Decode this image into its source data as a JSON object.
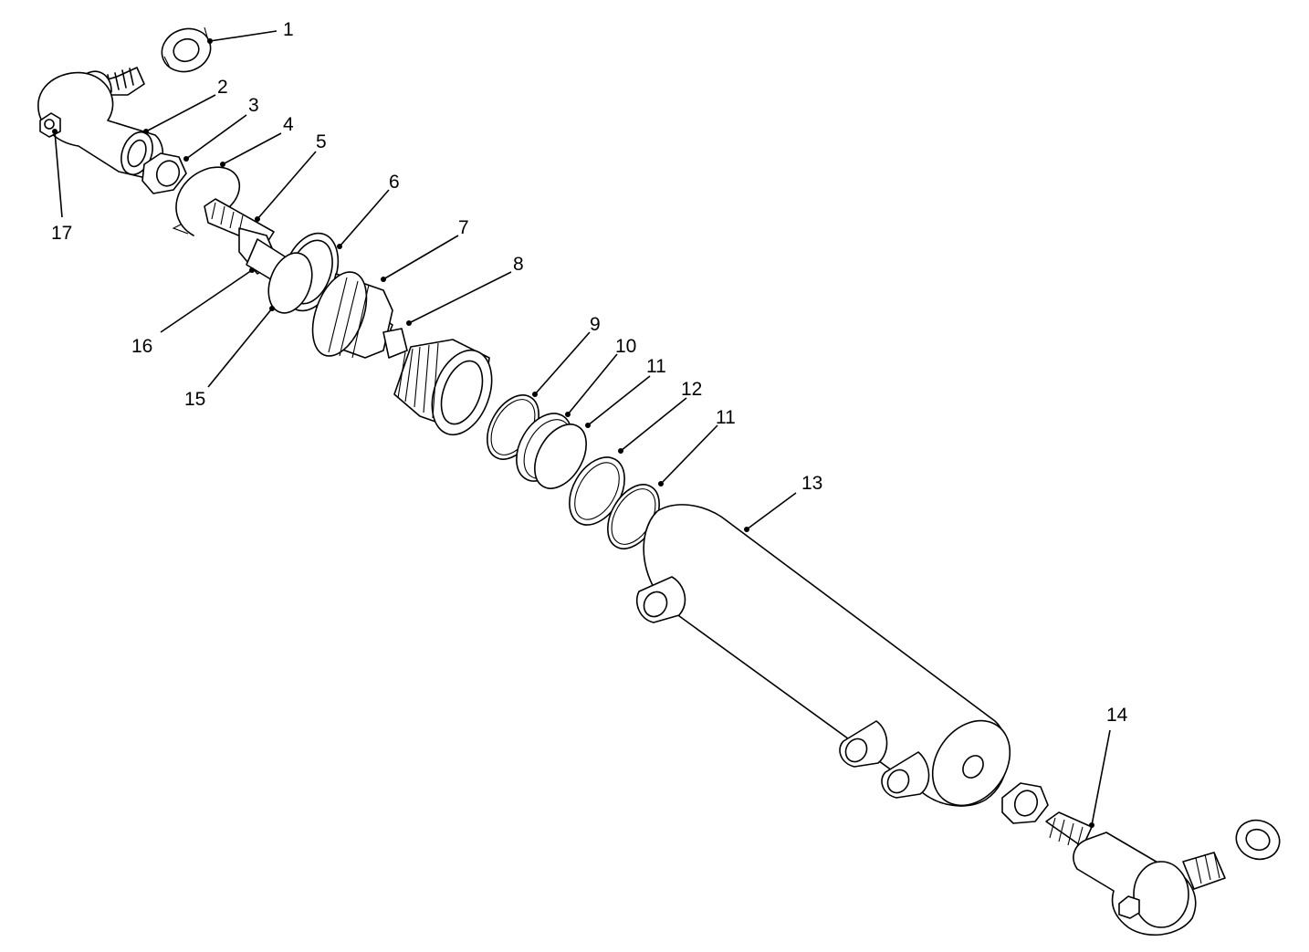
{
  "callouts": [
    {
      "id": "c1",
      "text": "1"
    },
    {
      "id": "c2",
      "text": "2"
    },
    {
      "id": "c3",
      "text": "3"
    },
    {
      "id": "c4",
      "text": "4"
    },
    {
      "id": "c5",
      "text": "5"
    },
    {
      "id": "c6",
      "text": "6"
    },
    {
      "id": "c7",
      "text": "7"
    },
    {
      "id": "c8",
      "text": "8"
    },
    {
      "id": "c9",
      "text": "9"
    },
    {
      "id": "c10",
      "text": "10"
    },
    {
      "id": "c11a",
      "text": "11"
    },
    {
      "id": "c12",
      "text": "12"
    },
    {
      "id": "c11b",
      "text": "11"
    },
    {
      "id": "c13",
      "text": "13"
    },
    {
      "id": "c14",
      "text": "14"
    },
    {
      "id": "c15",
      "text": "15"
    },
    {
      "id": "c16",
      "text": "16"
    },
    {
      "id": "c17",
      "text": "17"
    }
  ]
}
